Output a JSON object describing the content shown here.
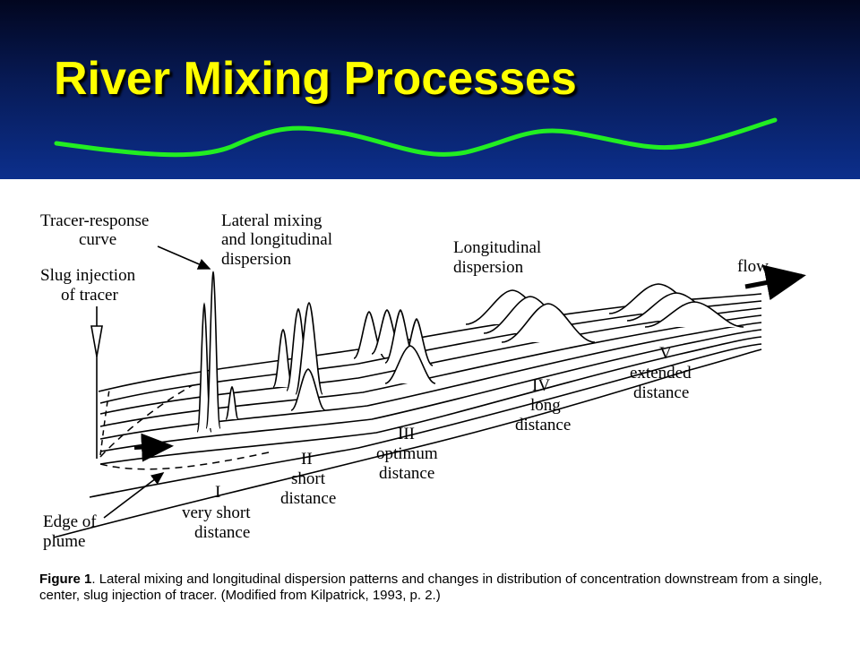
{
  "slide": {
    "title": "River Mixing Processes",
    "title_color": "#ffff00",
    "underline_color": "#22ee22"
  },
  "figure": {
    "labels": {
      "tracer_response_1": "Tracer-response",
      "tracer_response_2": "curve",
      "lateral_1": "Lateral mixing",
      "lateral_2": "and longitudinal",
      "lateral_3": "dispersion",
      "slug_1": "Slug injection",
      "slug_2": "of tracer",
      "longitudinal_1": "Longitudinal",
      "longitudinal_2": "dispersion",
      "flow": "flow",
      "edge_1": "Edge of",
      "edge_2": "plume",
      "zone1_num": "I",
      "zone1_1": "very short",
      "zone1_2": "distance",
      "zone2_num": "II",
      "zone2_1": "short",
      "zone2_2": "distance",
      "zone3_num": "III",
      "zone3_1": "optimum",
      "zone3_2": "distance",
      "zone4_num": "IV",
      "zone4_1": "long",
      "zone4_2": "distance",
      "zone5_num": "V",
      "zone5_1": "extended",
      "zone5_2": "distance"
    },
    "caption_label": "Figure 1",
    "caption_text": ". Lateral mixing and longitudinal dispersion patterns and changes in distribution of concentration downstream from a single, center, slug injection of tracer.  (Modified from Kilpatrick, 1993, p. 2.)"
  }
}
